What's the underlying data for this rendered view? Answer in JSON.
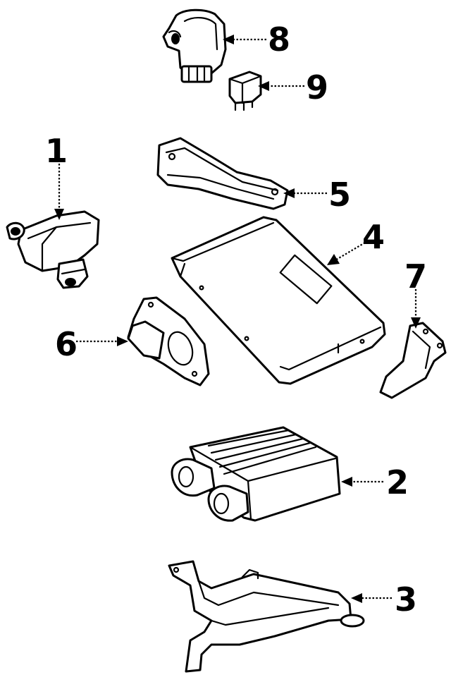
{
  "callouts": {
    "c1": "1",
    "c2": "2",
    "c3": "3",
    "c4": "4",
    "c5": "5",
    "c6": "6",
    "c7": "7",
    "c8": "8",
    "c9": "9"
  },
  "icons": {
    "part1": "ignition-coil-icon",
    "part2": "control-module-icon",
    "part3": "mounting-bracket-icon",
    "part4": "ecm-box-icon",
    "part5": "support-bracket-icon",
    "part6": "sensor-plate-icon",
    "part7": "small-bracket-icon",
    "part8": "sensor-icon",
    "part9": "relay-icon"
  }
}
